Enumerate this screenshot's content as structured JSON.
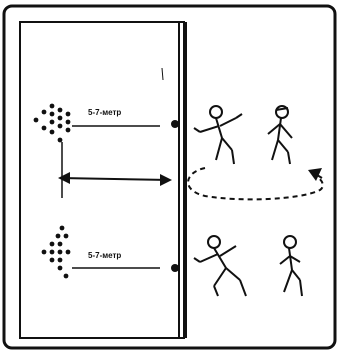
{
  "labels": {
    "top_distance": "5-7-метр",
    "bottom_distance": "5-7-метр"
  },
  "colors": {
    "ink": "#111111",
    "background": "#ffffff"
  },
  "icons": [
    "ball-formation-dots",
    "stick-figure",
    "double-arrow",
    "dashed-loop-arrow"
  ]
}
